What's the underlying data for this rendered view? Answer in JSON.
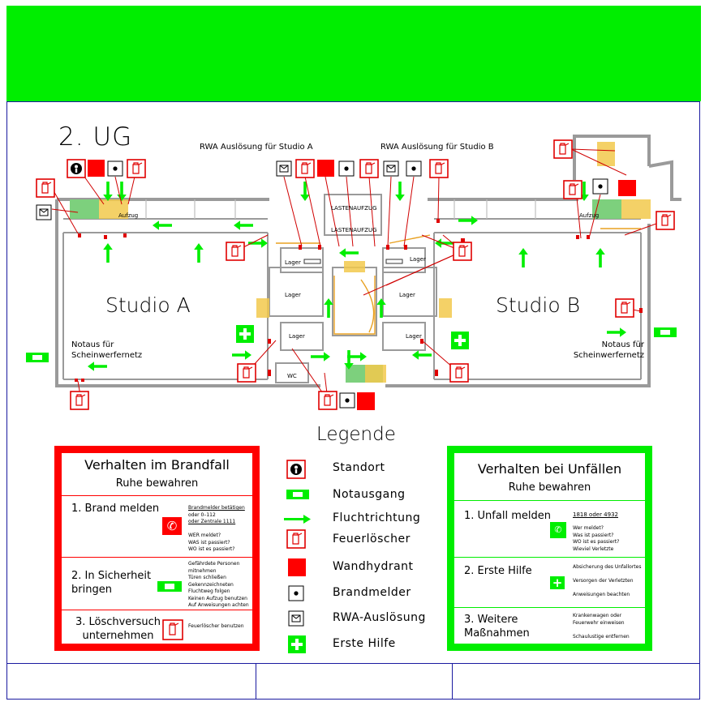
{
  "plan": {
    "title": "2. UG",
    "rwa_a": "RWA Auslösung für Studio A",
    "rwa_b": "RWA Auslösung für Studio B",
    "studio_a": "Studio A",
    "studio_b": "Studio B",
    "notaus_a": "Notaus für Scheinwerfernetz",
    "notaus_b": "Notaus für Scheinwerfernetz",
    "lastenaufzug_1": "LASTENAUFZUG",
    "lastenaufzug_2": "LASTENAUFZUG",
    "aufzug_1": "Aufzug",
    "aufzug_2": "Aufzug",
    "lager": "Lager",
    "wc": "WC"
  },
  "legend": {
    "title": "Legende",
    "items": [
      {
        "icon": "standort-icon",
        "label": "Standort"
      },
      {
        "icon": "notausgang-icon",
        "label": "Notausgang"
      },
      {
        "icon": "fluchtrichtung-icon",
        "label": "Fluchtrichtung"
      },
      {
        "icon": "feuerloescher-icon",
        "label": "Feuerlöscher"
      },
      {
        "icon": "wandhydrant-icon",
        "label": "Wandhydrant"
      },
      {
        "icon": "brandmelder-icon",
        "label": "Brandmelder"
      },
      {
        "icon": "rwa-icon",
        "label": "RWA-Auslösung"
      },
      {
        "icon": "erste-hilfe-icon",
        "label": "Erste Hilfe"
      }
    ]
  },
  "fire": {
    "title": "Verhalten im Brandfall",
    "subtitle": "Ruhe bewahren",
    "step1": "1. Brand melden",
    "step1_notes": [
      "Brandmelder betätigen",
      "oder 0–112",
      "oder Zentrale 1111",
      "",
      "WER meldet?",
      "WAS ist passiert?",
      "WO ist es passiert?"
    ],
    "step2": "2. In Sicherheit bringen",
    "step2_notes": [
      "Gefährdete Personen mitnehmen",
      "Türen schließen",
      "Gekennzeichneten",
      "Fluchtweg folgen",
      "Keinen Aufzug benutzen",
      "Auf Anweisungen achten"
    ],
    "step3": "3. Löschversuch unternehmen",
    "step3_notes": [
      "Feuerlöscher benutzen"
    ]
  },
  "accident": {
    "title": "Verhalten bei Unfällen",
    "subtitle": "Ruhe bewahren",
    "step1": "1. Unfall melden",
    "step1_notes": [
      "1818 oder 4932",
      "",
      "Wer meldet?",
      "Was ist passiert?",
      "WO ist es passiert?",
      "Wieviel Verletzte"
    ],
    "step2": "2. Erste Hilfe",
    "step2_notes": [
      "Absicherung des Unfallortes",
      "",
      "Versorgen der Verletzten",
      "",
      "Anweisungen beachten"
    ],
    "step3": "3. Weitere Maßnahmen",
    "step3_notes": [
      "Krankenwagen oder",
      "Feuerwehr einweisen",
      "",
      "Schaulustige entfernen"
    ]
  },
  "colors": {
    "green": "#00ee00",
    "red": "#ff0000",
    "frame": "#1a1aa0",
    "wall": "#9a9a9a"
  }
}
